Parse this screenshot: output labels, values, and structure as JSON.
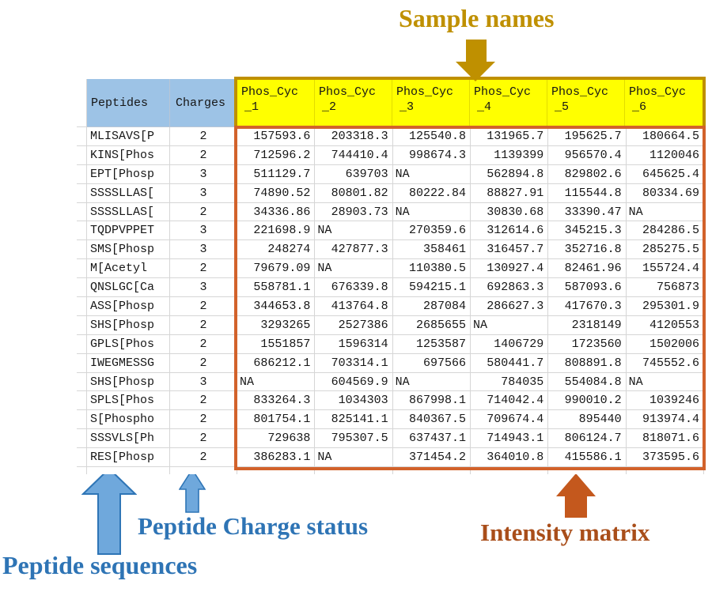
{
  "annotations": {
    "sample_names": "Sample names",
    "peptide_sequences": "Peptide sequences",
    "peptide_charge_status": "Peptide Charge status",
    "intensity_matrix": "Intensity matrix"
  },
  "colors": {
    "gold": "#BF9000",
    "header_yellow": "#FFFF00",
    "header_blue": "#9DC3E6",
    "blue_text": "#2E74B5",
    "blue_arrow_fill": "#6FA8DC",
    "blue_arrow_stroke": "#2E75B6",
    "orange_border": "#D2622B",
    "orange_arrow": "#C4581D",
    "orange_text": "#A94E1A",
    "gridline": "#D6D6D6"
  },
  "table": {
    "columns": {
      "peptides": "Peptides",
      "charges": "Charges"
    },
    "sample_columns": [
      {
        "line1": "Phos_Cyc",
        "line2": "_1"
      },
      {
        "line1": "Phos_Cyc",
        "line2": "_2"
      },
      {
        "line1": "Phos_Cyc",
        "line2": "_3"
      },
      {
        "line1": "Phos_Cyc",
        "line2": "_4"
      },
      {
        "line1": "Phos_Cyc",
        "line2": "_5"
      },
      {
        "line1": "Phos_Cyc",
        "line2": "_6"
      }
    ],
    "rows": [
      {
        "peptide": "MLISAVS[P",
        "charge": "2",
        "values": [
          "157593.6",
          "203318.3",
          "125540.8",
          "131965.7",
          "195625.7",
          "180664.5"
        ]
      },
      {
        "peptide": "KINS[Phos",
        "charge": "2",
        "values": [
          "712596.2",
          "744410.4",
          "998674.3",
          "1139399",
          "956570.4",
          "1120046"
        ]
      },
      {
        "peptide": "EPT[Phosp",
        "charge": "3",
        "values": [
          "511129.7",
          "639703",
          "NA",
          "562894.8",
          "829802.6",
          "645625.4"
        ]
      },
      {
        "peptide": "SSSSLLAS[",
        "charge": "3",
        "values": [
          "74890.52",
          "80801.82",
          "80222.84",
          "88827.91",
          "115544.8",
          "80334.69"
        ]
      },
      {
        "peptide": "SSSSLLAS[",
        "charge": "2",
        "values": [
          "34336.86",
          "28903.73",
          "NA",
          "30830.68",
          "33390.47",
          "NA"
        ]
      },
      {
        "peptide": "TQDPVPPET",
        "charge": "3",
        "values": [
          "221698.9",
          "NA",
          "270359.6",
          "312614.6",
          "345215.3",
          "284286.5"
        ]
      },
      {
        "peptide": "SMS[Phosp",
        "charge": "3",
        "values": [
          "248274",
          "427877.3",
          "358461",
          "316457.7",
          "352716.8",
          "285275.5"
        ]
      },
      {
        "peptide": "M[Acetyl",
        "charge": "2",
        "values": [
          "79679.09",
          "NA",
          "110380.5",
          "130927.4",
          "82461.96",
          "155724.4"
        ]
      },
      {
        "peptide": "QNSLGC[Ca",
        "charge": "3",
        "values": [
          "558781.1",
          "676339.8",
          "594215.1",
          "692863.3",
          "587093.6",
          "756873"
        ]
      },
      {
        "peptide": "ASS[Phosp",
        "charge": "2",
        "values": [
          "344653.8",
          "413764.8",
          "287084",
          "286627.3",
          "417670.3",
          "295301.9"
        ]
      },
      {
        "peptide": "SHS[Phosp",
        "charge": "2",
        "values": [
          "3293265",
          "2527386",
          "2685655",
          "NA",
          "2318149",
          "4120553"
        ]
      },
      {
        "peptide": "GPLS[Phos",
        "charge": "2",
        "values": [
          "1551857",
          "1596314",
          "1253587",
          "1406729",
          "1723560",
          "1502006"
        ]
      },
      {
        "peptide": "IWEGMESSG",
        "charge": "2",
        "values": [
          "686212.1",
          "703314.1",
          "697566",
          "580441.7",
          "808891.8",
          "745552.6"
        ]
      },
      {
        "peptide": "SHS[Phosp",
        "charge": "3",
        "values": [
          "NA",
          "604569.9",
          "NA",
          "784035",
          "554084.8",
          "NA"
        ]
      },
      {
        "peptide": "SPLS[Phos",
        "charge": "2",
        "values": [
          "833264.3",
          "1034303",
          "867998.1",
          "714042.4",
          "990010.2",
          "1039246"
        ]
      },
      {
        "peptide": "S[Phospho",
        "charge": "2",
        "values": [
          "801754.1",
          "825141.1",
          "840367.5",
          "709674.4",
          "895440",
          "913974.4"
        ]
      },
      {
        "peptide": "SSSVLS[Ph",
        "charge": "2",
        "values": [
          "729638",
          "795307.5",
          "637437.1",
          "714943.1",
          "806124.7",
          "818071.6"
        ]
      },
      {
        "peptide": "RES[Phosp",
        "charge": "2",
        "values": [
          "386283.1",
          "NA",
          "371454.2",
          "364010.8",
          "415586.1",
          "373595.6"
        ]
      }
    ]
  }
}
